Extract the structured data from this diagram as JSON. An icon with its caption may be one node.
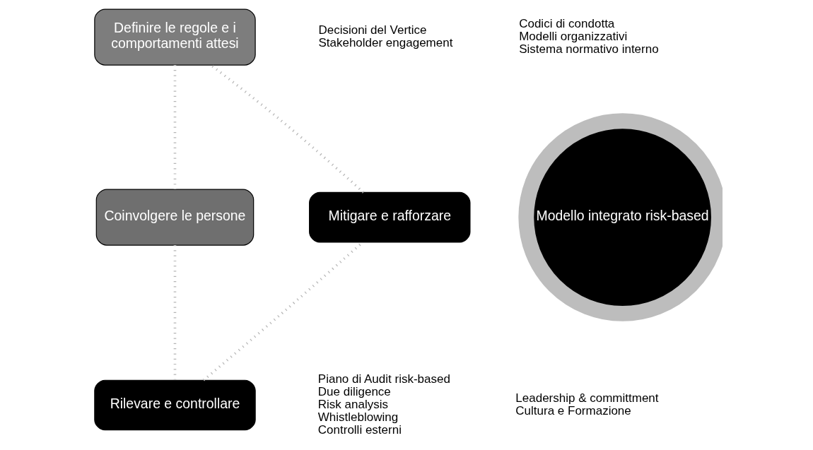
{
  "diagram": {
    "nodes": [
      {
        "text": [
          "Definire le regole e i comportamenti attesi"
        ]
      },
      {
        "text": [
          "Modello integrato risk-based"
        ]
      },
      {
        "text": [
          "Coinvolgere le persone"
        ]
      },
      {
        "text": [
          "Rilevare e controllare"
        ]
      },
      {
        "text": [
          "Mitigare e rafforzare"
        ]
      }
    ],
    "edges": [
      {
        "from": 0,
        "to": 2,
        "arrow": "none"
      },
      {
        "from": 2,
        "to": 3,
        "arrow": "none"
      },
      {
        "from": 3,
        "to": 4,
        "arrow": "none"
      },
      {
        "from": 4,
        "to": 0,
        "arrow": "none"
      }
    ],
    "labels": [
      "Decisioni del Vertice",
      "Stakeholder engagement",
      "Codici di condotta",
      "Modelli organizzativi",
      "Sistema normativo interno",
      "Piano di Audit risk-based",
      "Due diligence",
      "Risk analysis",
      "Whistleblowing",
      "Controlli esterni",
      "Leadership & committment",
      "Cultura e Formazione"
    ]
  }
}
